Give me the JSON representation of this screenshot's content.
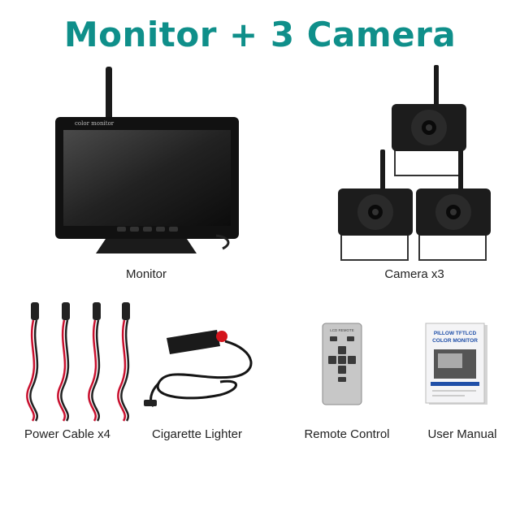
{
  "title": "Monitor + 3 Camera",
  "monitor": {
    "label": "Monitor",
    "screen_text": "color monitor"
  },
  "cameras": {
    "label": "Camera x3"
  },
  "cables": {
    "label": "Power Cable x4"
  },
  "lighter": {
    "label": "Cigarette Lighter"
  },
  "remote": {
    "label": "Remote Control",
    "brand_text": "LCD REMOTE"
  },
  "manual": {
    "label": "User Manual",
    "cover_line1": "PILLOW TFTLCD",
    "cover_line2": "COLOR MONITOR"
  },
  "colors": {
    "title": "#0f8f8a",
    "cable_red": "#c8102e"
  }
}
